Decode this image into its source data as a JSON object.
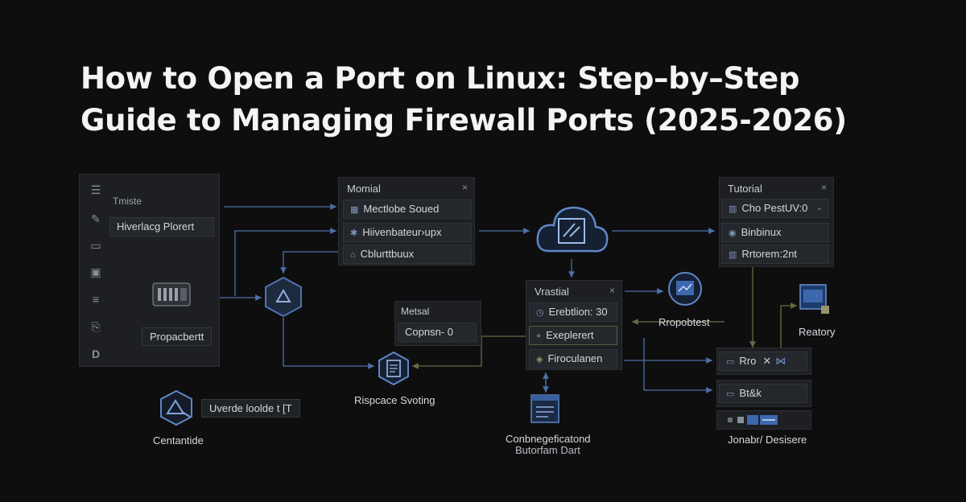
{
  "title": {
    "line1": "How to Open a Port on Linux:  Step–by–Step",
    "line2": "Guide to Managing Firewall Ports (2025-2026)"
  },
  "left_panel": {
    "heading": "Tmiste",
    "field": "Hiverlacg Plorert",
    "node_label": "Propacbertt",
    "icons": [
      "menu-icon",
      "wrench-icon",
      "window-icon",
      "document-icon",
      "list-icon",
      "file-icon",
      "d-icon"
    ]
  },
  "panel_momial": {
    "title": "Momial",
    "close": "×",
    "rows": [
      "Mectlobe Soued",
      "Hiivenbateur›upx",
      "Cblurttbuux"
    ]
  },
  "panel_tutorial": {
    "title": "Tutorial",
    "close": "×",
    "rows": [
      "Cho PestUV:0",
      "Binbinux",
      "Rrtorem:2nt"
    ],
    "node_label": "Reatory"
  },
  "panel_vrastial": {
    "title": "Vrastial",
    "close": "×",
    "rows": [
      "Erebtlion: 30",
      "Exeplerert",
      "Firoculanen"
    ]
  },
  "panel_metsal": {
    "title": "Metsal",
    "value": "Copnsn- 0"
  },
  "bottom_right_rows": [
    "Rro",
    "Bt&k",
    ""
  ],
  "labels": {
    "centantide": "Centantide",
    "centantide_box": "Uverde loolde t [T",
    "rispcace": "Rispcace Svoting",
    "conbnegeficatond_1": "Conbnegeficatond",
    "conbnegeficatond_2": "Butorfam Dart",
    "rropobtest": "Rropobtest",
    "jonabr": "Jonabr/ Desisere"
  },
  "colors": {
    "background": "#0e0e0f",
    "panel": "#1d1f23",
    "accent_blue": "#4f74b3",
    "connector": "#4d70a8",
    "connector_olive": "#6b6a45"
  }
}
